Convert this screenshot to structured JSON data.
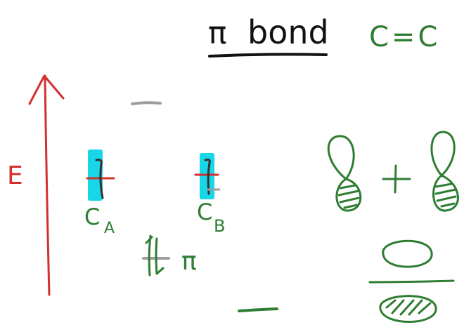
{
  "title": {
    "symbol": "π",
    "word": "bond"
  },
  "formula": "C=C",
  "energy_axis": {
    "label": "E"
  },
  "atoms": [
    {
      "label": "C",
      "subscript": "A"
    },
    {
      "label": "C",
      "subscript": "B"
    }
  ],
  "bonding_level": {
    "symbol": "π"
  },
  "colors": {
    "title": "#111111",
    "green": "#2e7d32",
    "red": "#d32f2f",
    "gray": "#9e9e9e",
    "highlight": "#17d6e8",
    "dark": "#3a2f2f"
  }
}
